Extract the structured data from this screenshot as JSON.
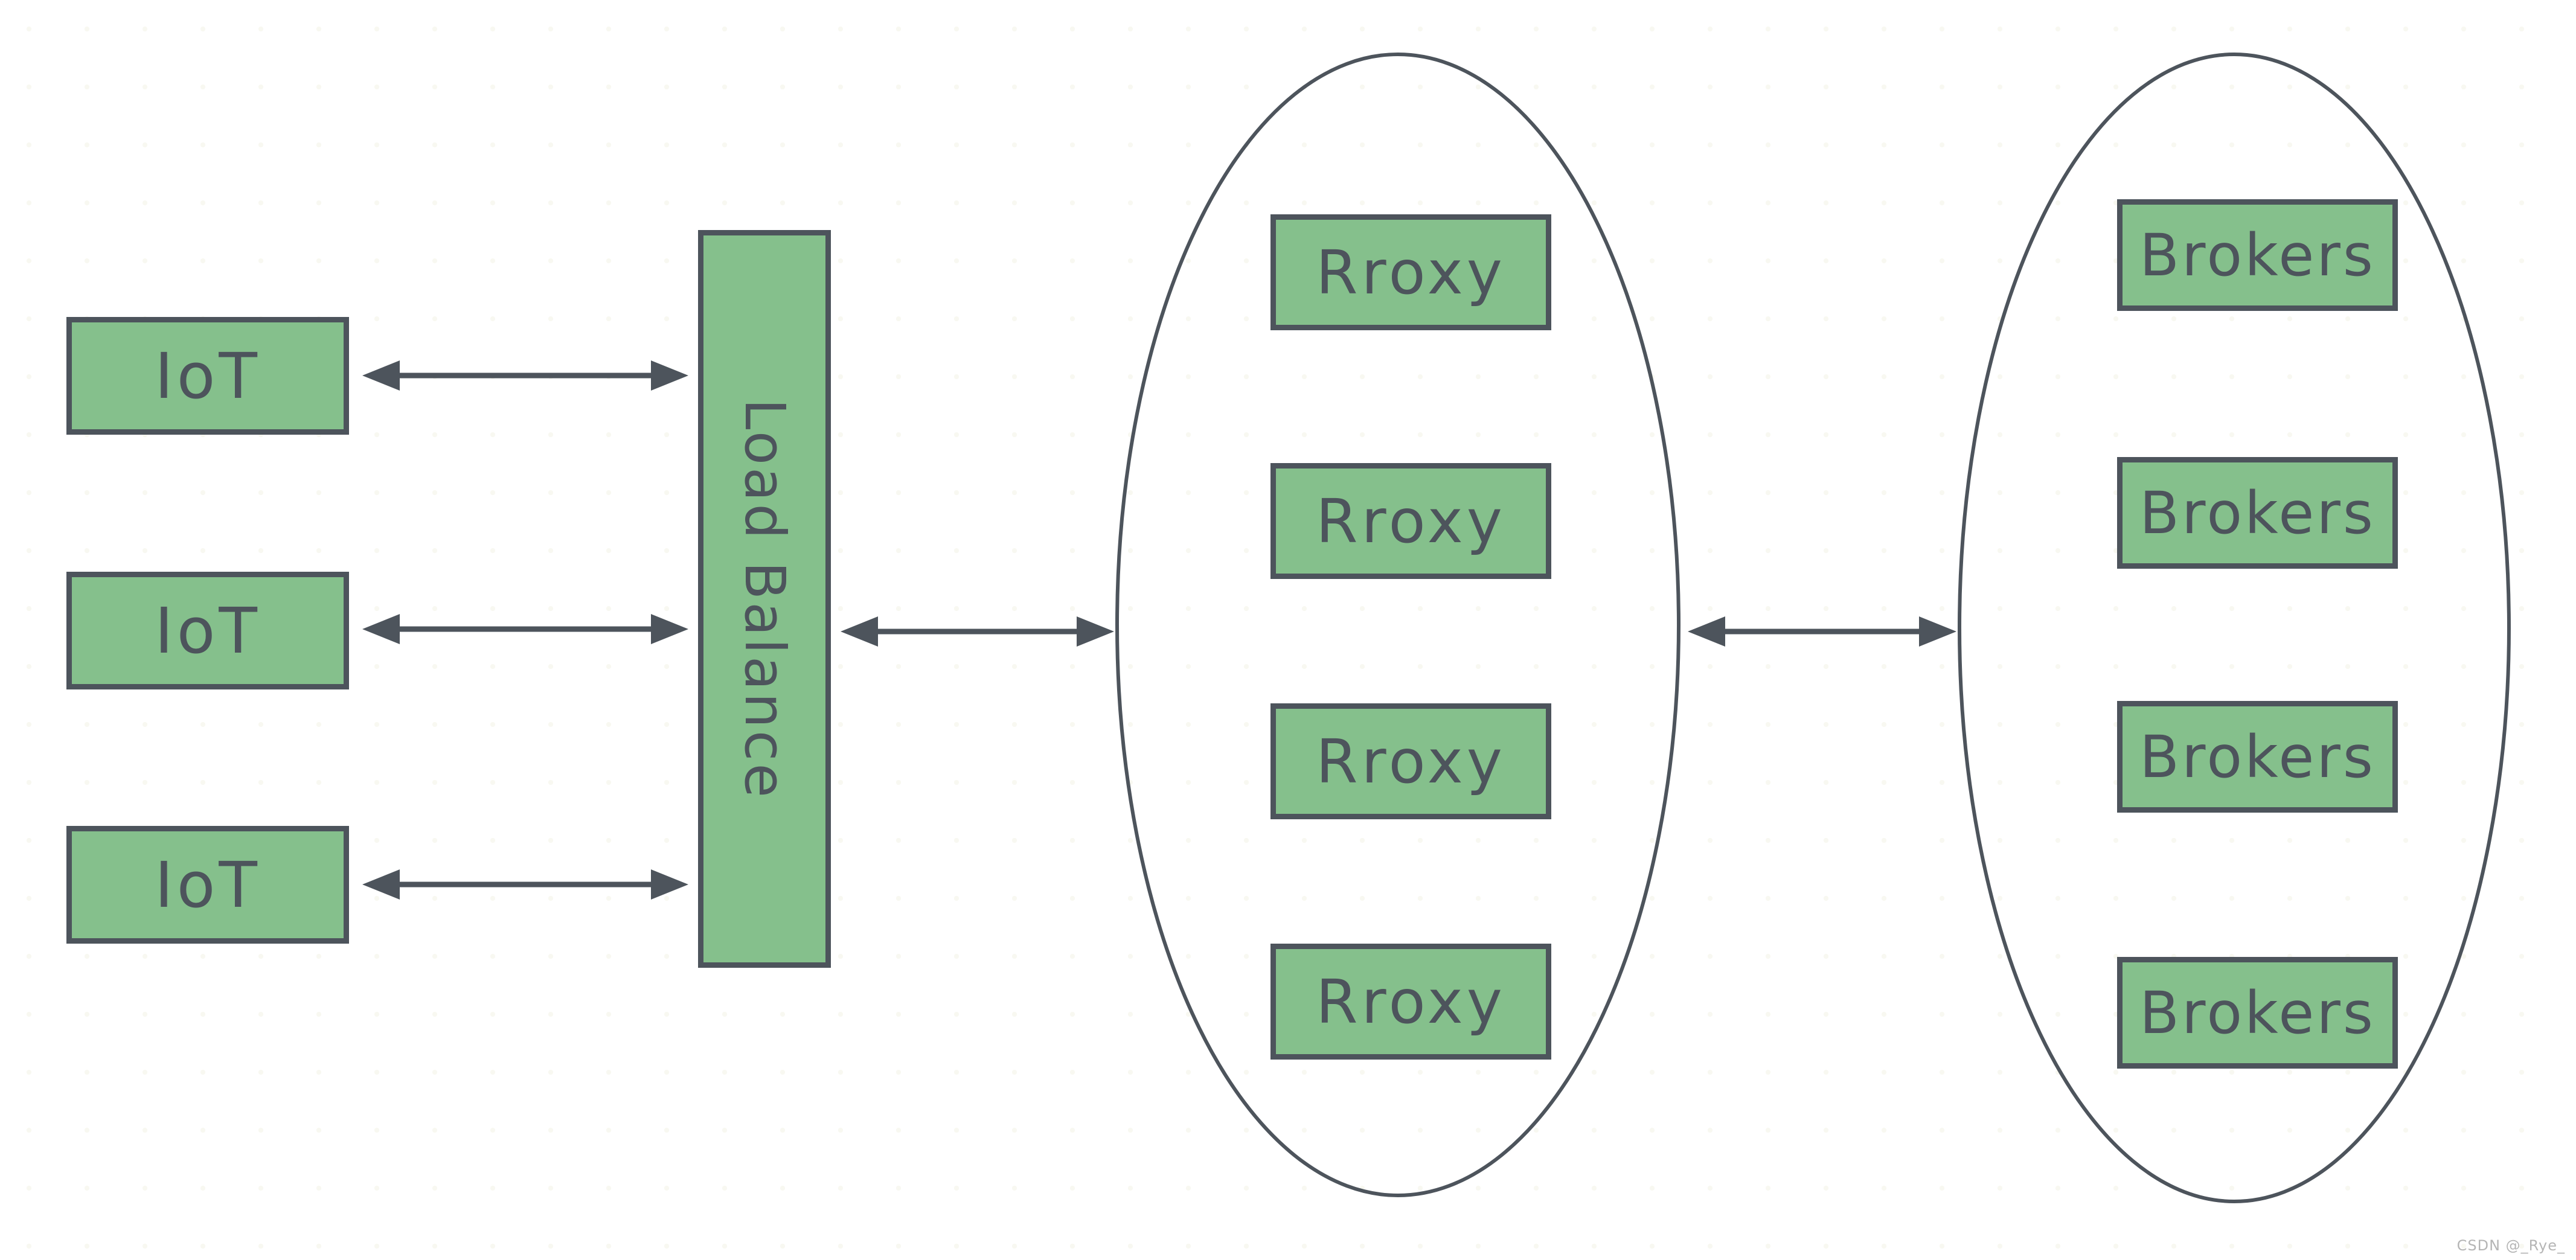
{
  "diagram": {
    "iot_nodes": [
      {
        "label": "IoT"
      },
      {
        "label": "IoT"
      },
      {
        "label": "IoT"
      }
    ],
    "load_balancer": {
      "label": "Load Balance"
    },
    "proxy_cluster": {
      "shape": "ellipse",
      "nodes": [
        {
          "label": "Rroxy"
        },
        {
          "label": "Rroxy"
        },
        {
          "label": "Rroxy"
        },
        {
          "label": "Rroxy"
        }
      ]
    },
    "broker_cluster": {
      "shape": "ellipse",
      "nodes": [
        {
          "label": "Brokers"
        },
        {
          "label": "Brokers"
        },
        {
          "label": "Brokers"
        },
        {
          "label": "Brokers"
        }
      ]
    },
    "connections": [
      {
        "from": "IoT",
        "to": "Load Balance",
        "style": "double-arrow"
      },
      {
        "from": "IoT",
        "to": "Load Balance",
        "style": "double-arrow"
      },
      {
        "from": "IoT",
        "to": "Load Balance",
        "style": "double-arrow"
      },
      {
        "from": "Load Balance",
        "to": "proxy_cluster",
        "style": "double-arrow"
      },
      {
        "from": "proxy_cluster",
        "to": "broker_cluster",
        "style": "double-arrow"
      }
    ],
    "watermark": "CSDN @_Rye_"
  },
  "colors": {
    "node_fill": "#85c08c",
    "stroke": "#4d545c",
    "background": "#ffffff",
    "watermark_text": "#b5b5b5"
  }
}
